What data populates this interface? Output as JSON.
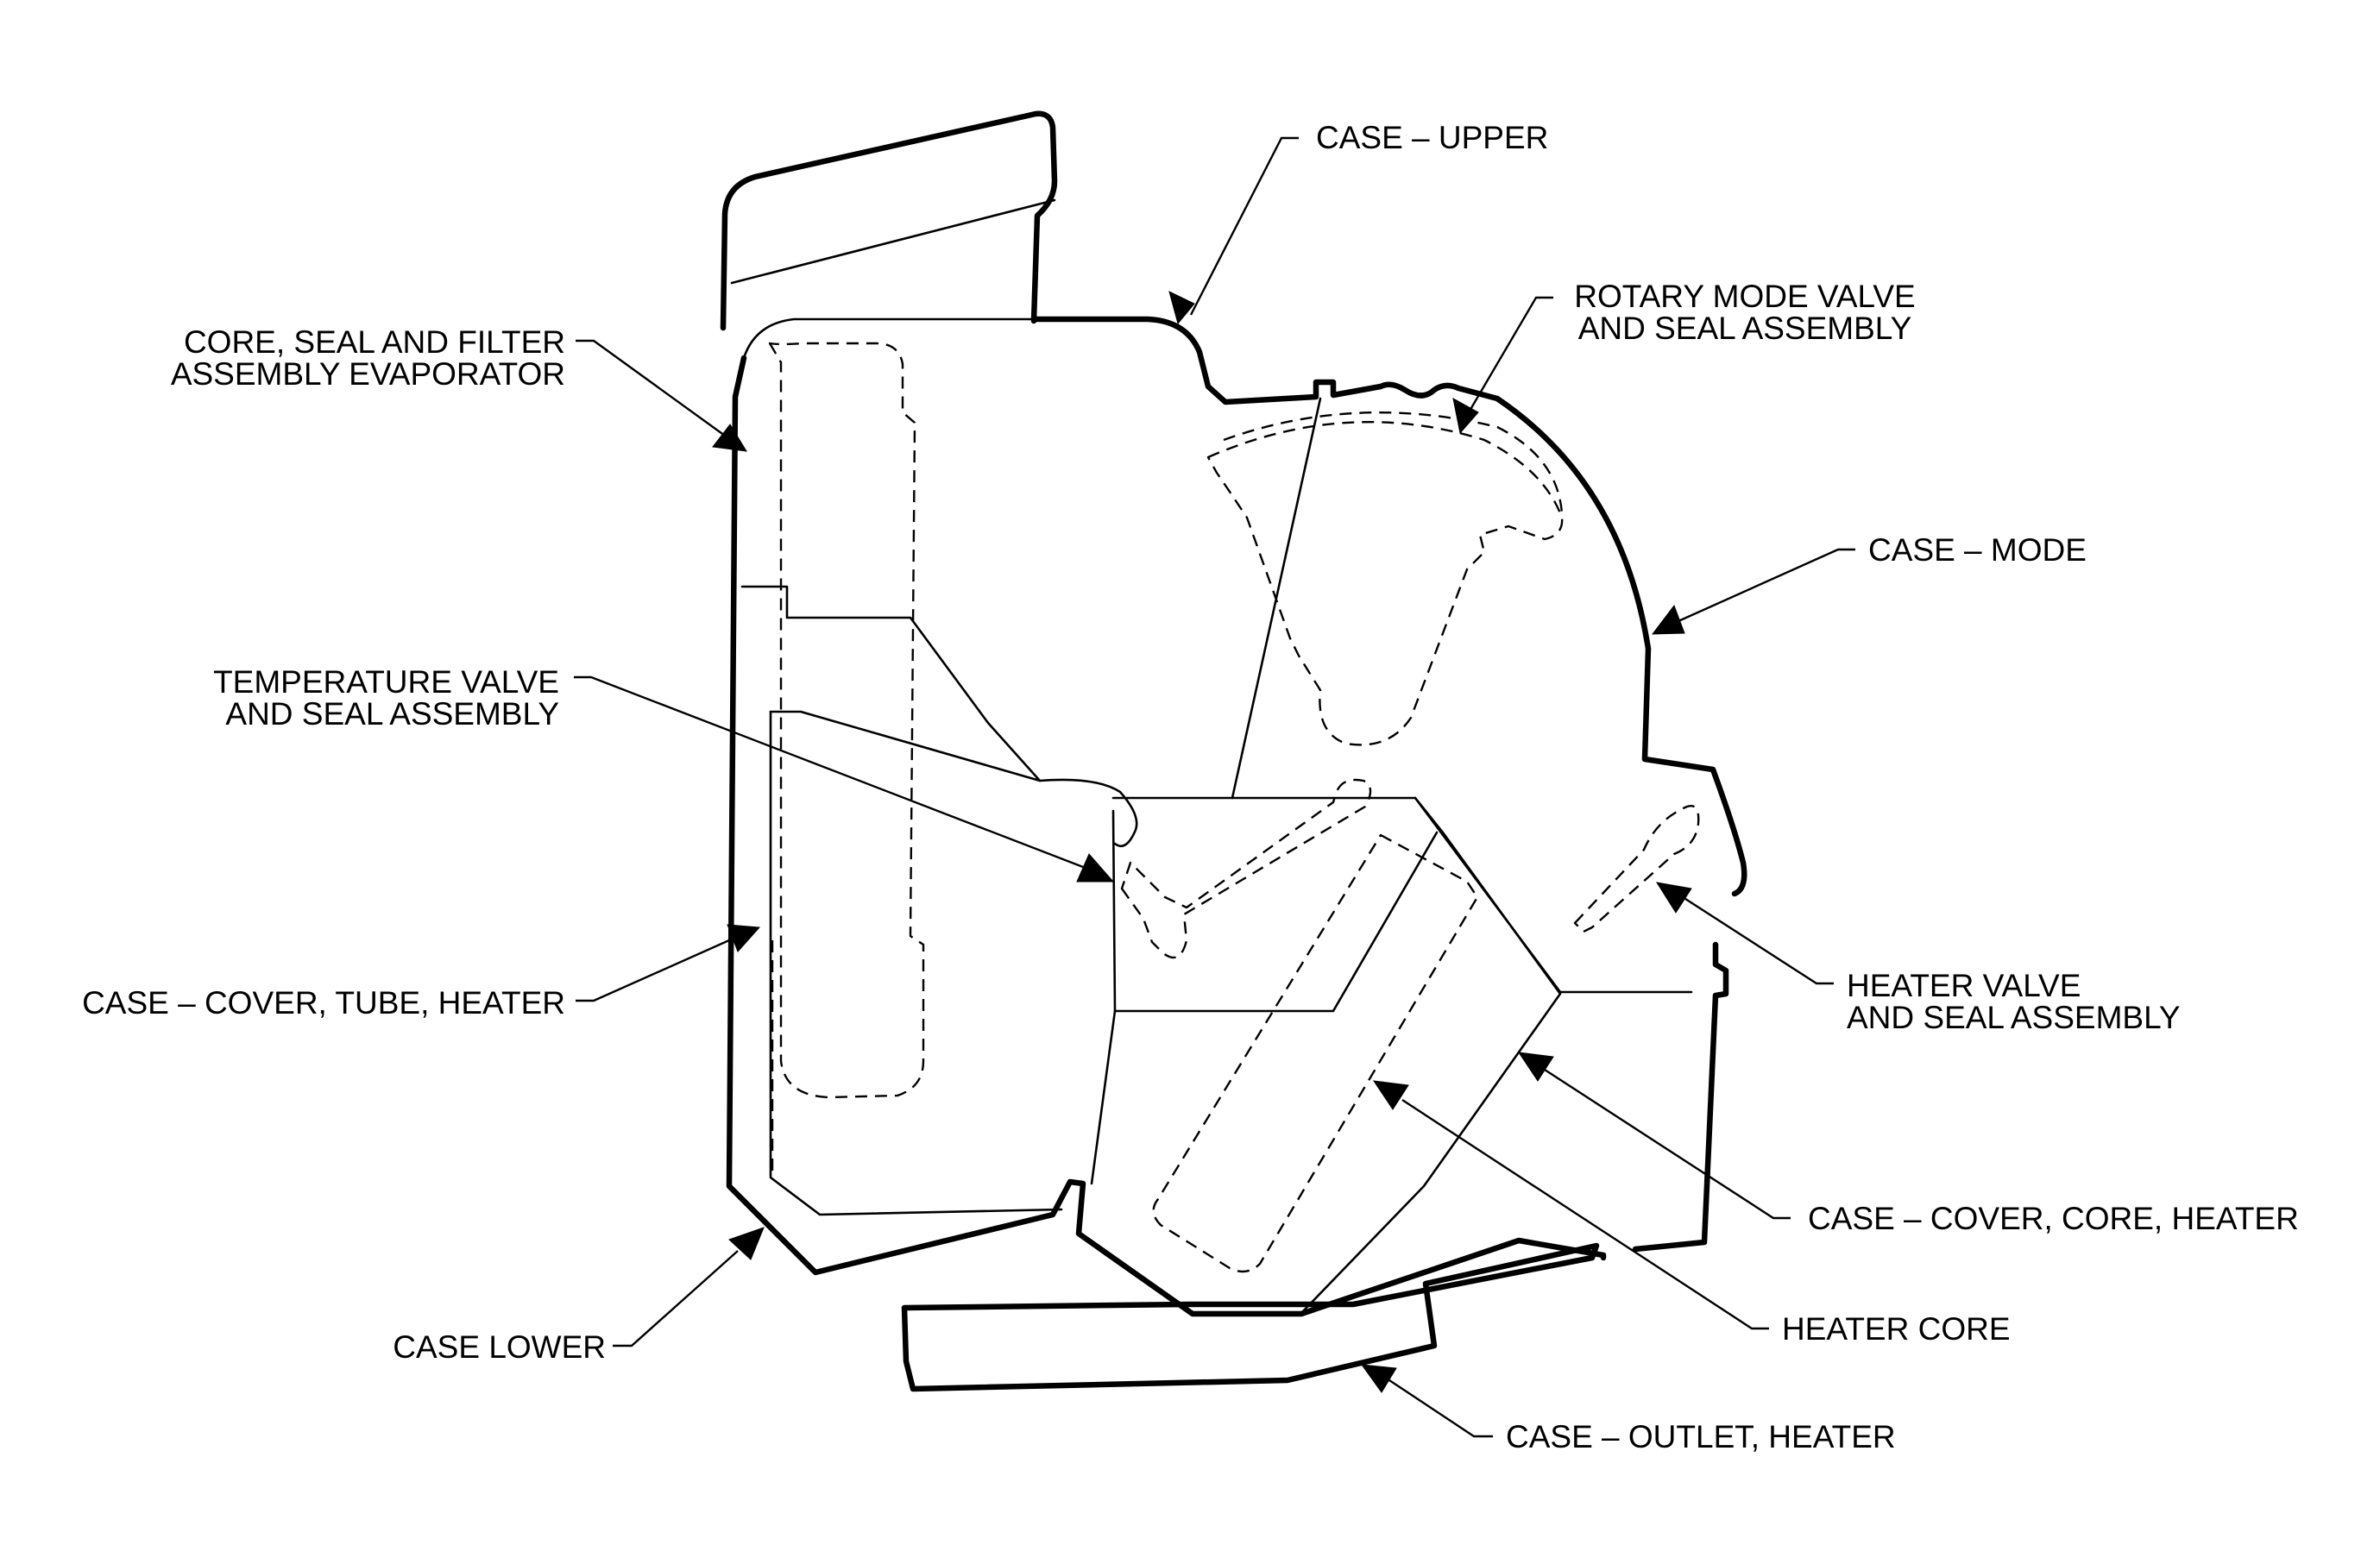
{
  "labels": {
    "case_upper": "CASE – UPPER",
    "rotary_mode_valve_line1": "ROTARY MODE VALVE",
    "rotary_mode_valve_line2": "AND SEAL ASSEMBLY",
    "core_seal_filter_line1": "CORE, SEAL AND FILTER",
    "core_seal_filter_line2": "ASSEMBLY EVAPORATOR",
    "case_mode": "CASE – MODE",
    "temperature_valve_line1": "TEMPERATURE VALVE",
    "temperature_valve_line2": "AND SEAL ASSEMBLY",
    "case_cover_tube_heater": "CASE – COVER, TUBE, HEATER",
    "heater_valve_line1": "HEATER VALVE",
    "heater_valve_line2": "AND SEAL ASSEMBLY",
    "case_cover_core_heater": "CASE – COVER, CORE, HEATER",
    "heater_core": "HEATER CORE",
    "case_lower": "CASE LOWER",
    "case_outlet_heater": "CASE – OUTLET, HEATER"
  }
}
